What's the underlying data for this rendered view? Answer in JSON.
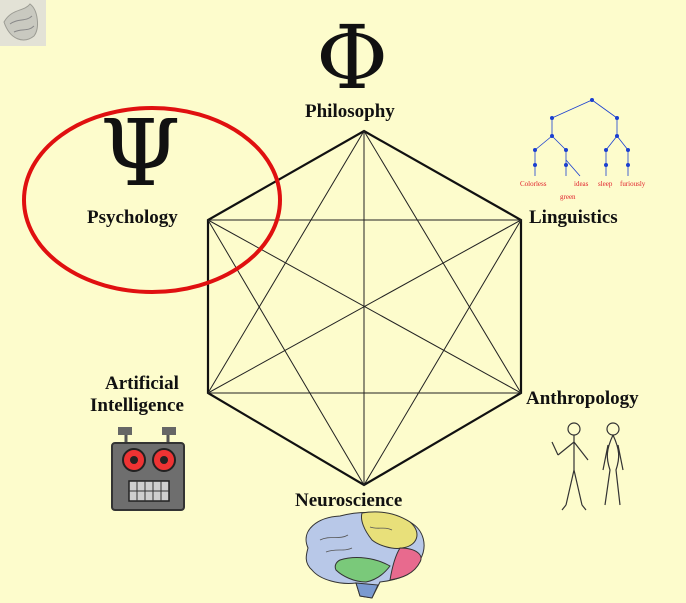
{
  "title": "",
  "nodes": {
    "philosophy": {
      "label": "Philosophy",
      "symbol": "Φ"
    },
    "psychology": {
      "label": "Psychology",
      "symbol": "Ψ"
    },
    "linguistics": {
      "label": "Linguistics",
      "tree_words": [
        "Colorless",
        "green",
        "ideas",
        "sleep",
        "furiously"
      ]
    },
    "anthropology": {
      "label": "Anthropology"
    },
    "neuroscience": {
      "label": "Neuroscience"
    },
    "artificial_intelligence": {
      "label_line1": "Artificial",
      "label_line2": "Intelligence"
    }
  },
  "highlight": {
    "target": "Psychology",
    "color": "#e01010"
  },
  "colors": {
    "background": "#fdfccc",
    "line": "#111111",
    "tree_words": "#e0202a",
    "tree_nodes": "#1a3fd0"
  }
}
